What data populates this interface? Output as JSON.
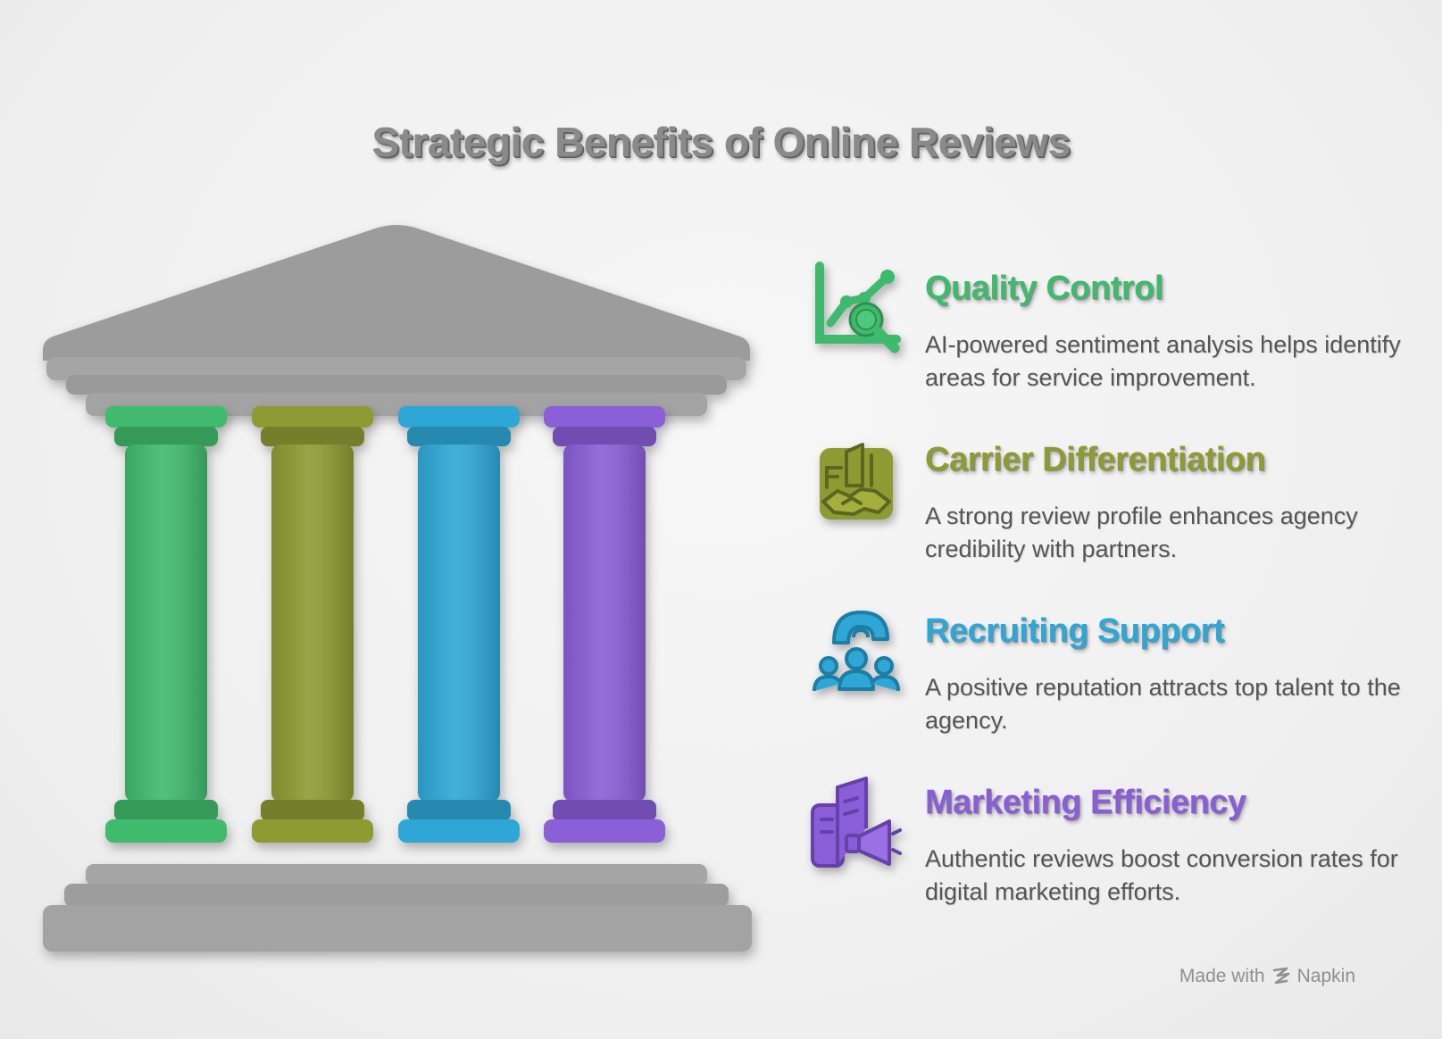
{
  "title": "Strategic Benefits of Online Reviews",
  "colors": {
    "stone": "#9b9b9b",
    "stone_dark": "#888888",
    "pillars": [
      "#3fba6c",
      "#8e9a32",
      "#2ea7d6",
      "#8a5ed8"
    ]
  },
  "benefits": [
    {
      "heading": "Quality Control",
      "description": "AI-powered sentiment analysis helps identify areas for service improvement.",
      "icon": "chart-magnifier-icon",
      "color": "#3fba6c"
    },
    {
      "heading": "Carrier Differentiation",
      "description": "A strong review profile enhances agency credibility with partners.",
      "icon": "handshake-buildings-icon",
      "color": "#8e9a32"
    },
    {
      "heading": "Recruiting Support",
      "description": "A positive reputation attracts top talent to the agency.",
      "icon": "people-magnet-icon",
      "color": "#2ea7d6"
    },
    {
      "heading": "Marketing Efficiency",
      "description": "Authentic reviews boost conversion rates for digital marketing efforts.",
      "icon": "megaphone-buildings-icon",
      "color": "#8a5ed8"
    }
  ],
  "footer": {
    "prefix": "Made with",
    "brand": "Napkin",
    "brand_icon": "napkin-logo-icon"
  }
}
